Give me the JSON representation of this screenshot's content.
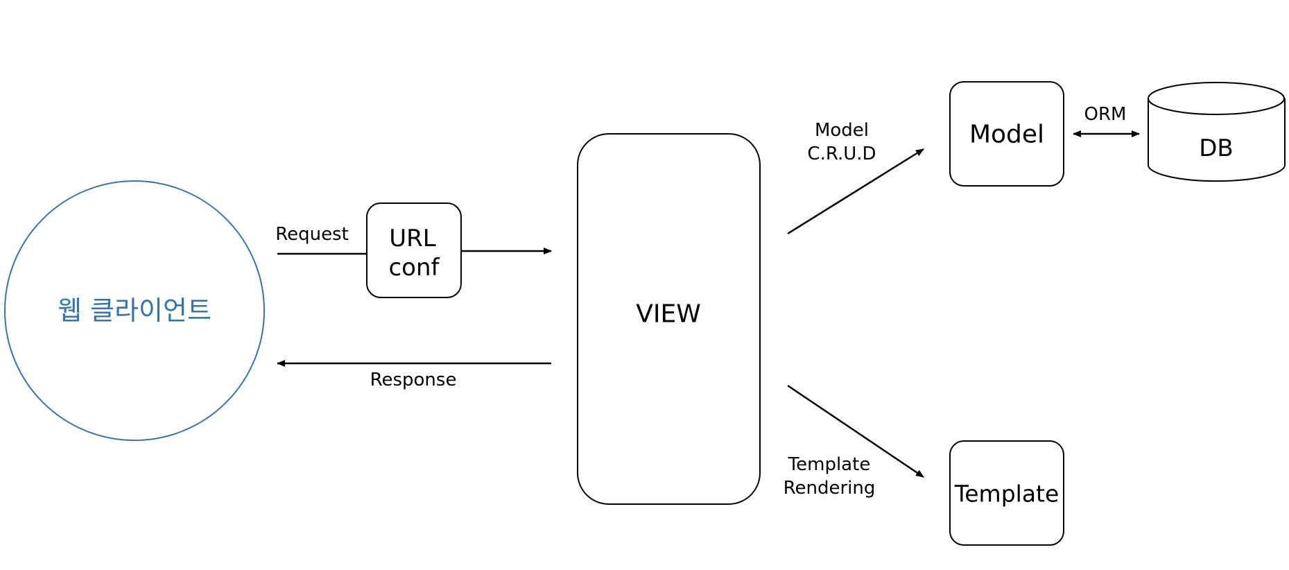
{
  "diagram": {
    "client": {
      "label": "웹 클라이언트",
      "color": "#2e75b6"
    },
    "urlconf": {
      "line1": "URL",
      "line2": "conf"
    },
    "view": {
      "label": "VIEW"
    },
    "model": {
      "label": "Model"
    },
    "db": {
      "label": "DB"
    },
    "template": {
      "label": "Template"
    },
    "edges": {
      "request": "Request",
      "response": "Response",
      "orm": "ORM",
      "model_crud_line1": "Model",
      "model_crud_line2": "C.R.U.D",
      "template_render_line1": "Template",
      "template_render_line2": "Rendering"
    }
  }
}
